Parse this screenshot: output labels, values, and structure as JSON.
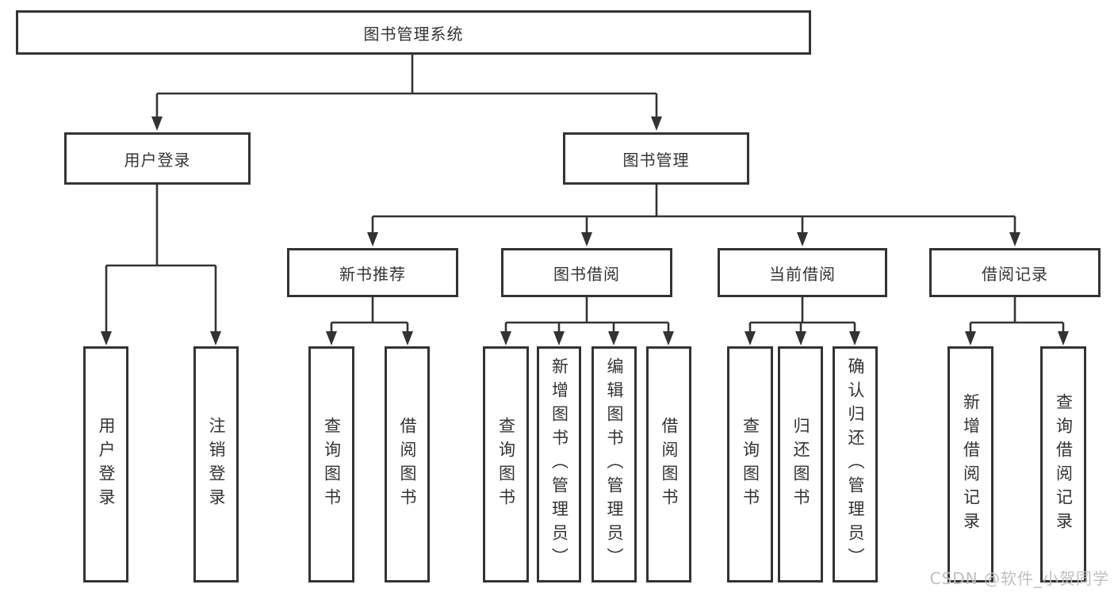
{
  "diagram": {
    "root": {
      "label": "图书管理系统"
    },
    "branches": [
      {
        "label": "用户登录",
        "children": [
          {
            "label": "用户登录"
          },
          {
            "label": "注销登录"
          }
        ]
      },
      {
        "label": "图书管理",
        "children": [
          {
            "label": "新书推荐",
            "children": [
              {
                "label": "查询图书"
              },
              {
                "label": "借阅图书"
              }
            ]
          },
          {
            "label": "图书借阅",
            "children": [
              {
                "label": "查询图书"
              },
              {
                "label": "新增图书（管理员）"
              },
              {
                "label": "编辑图书（管理员）"
              },
              {
                "label": "借阅图书"
              }
            ]
          },
          {
            "label": "当前借阅",
            "children": [
              {
                "label": "查询图书"
              },
              {
                "label": "归还图书"
              },
              {
                "label": "确认归还（管理员）"
              }
            ]
          },
          {
            "label": "借阅记录",
            "children": [
              {
                "label": "新增借阅记录"
              },
              {
                "label": "查询借阅记录"
              }
            ]
          }
        ]
      }
    ]
  },
  "watermark": {
    "text": "CSDN @软件_小贺同学"
  },
  "colors": {
    "line": "#333333",
    "border": "#333333",
    "text": "#333333",
    "watermark": "#bcc0c4",
    "background": "#ffffff"
  }
}
